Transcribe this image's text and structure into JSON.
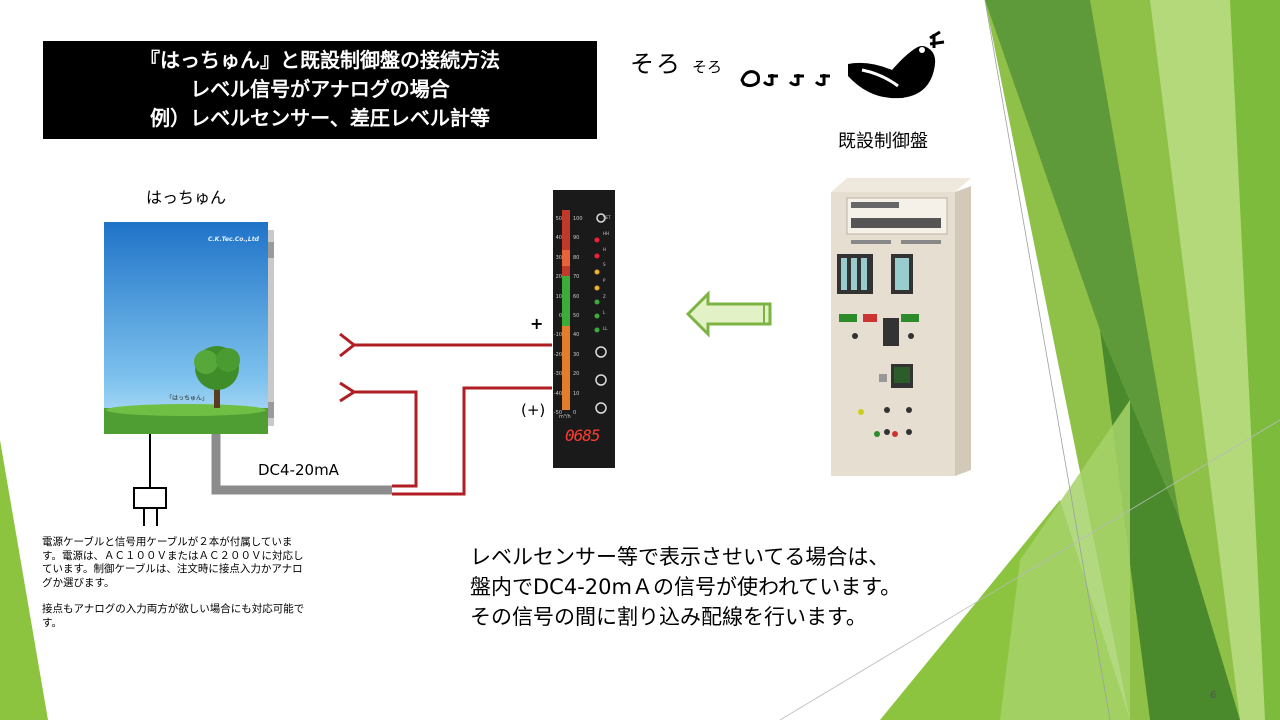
{
  "title": {
    "line1": "『はっちゅん』と既設制御盤の接続方法",
    "line2": "レベル信号がアナログの場合",
    "line3": "例）レベルセンサー、差圧レベル計等"
  },
  "logo": {
    "text1": "そろ",
    "text2": "そろ"
  },
  "labels": {
    "hacchun": "はっちゅん",
    "panel": "既設制御盤",
    "plus": "+",
    "plus_paren": "(+)",
    "signal": "DC4-20mA"
  },
  "hacchun_box": {
    "brand": "C.K.Tec.Co.,Ltd",
    "sign": "「はっちゅん」"
  },
  "meter": {
    "readout": "0685",
    "unit": "m³/h",
    "scale_left": [
      "50",
      "40",
      "30",
      "20",
      "10",
      "0",
      "-10",
      "-20",
      "-30",
      "-40",
      "-50"
    ],
    "scale_right": [
      "100",
      "90",
      "80",
      "70",
      "60",
      "50",
      "40",
      "30",
      "20",
      "10",
      "0"
    ],
    "indicators": [
      "SET",
      "HH",
      "H",
      "S",
      "P",
      "Z",
      "L",
      "LL"
    ]
  },
  "notes": {
    "para1": "電源ケーブルと信号用ケーブルが２本が付属しています。電源は、ＡＣ１００ＶまたはＡＣ２００Ｖに対応しています。制御ケーブルは、注文時に接点入力かアナログか選びます。",
    "para2": "接点もアナログの入力両方が欲しい場合にも対応可能です。"
  },
  "message": {
    "line1": "レベルセンサー等で表示させいてる場合は、",
    "line2": "盤内でDC4-20mＡの信号が使われています。",
    "line3": "その信号の間に割り込み配線を行います。"
  },
  "page_number": "6",
  "colors": {
    "wire": "#b01e23",
    "cable": "#8c8c8c",
    "arrow_fill": "#e3f2c6",
    "arrow_stroke": "#7cb342",
    "green_light": "#a5d15a",
    "green_dark": "#4f8a2d",
    "meter_body": "#1a1a1a",
    "readout": "#ff3b2f"
  }
}
